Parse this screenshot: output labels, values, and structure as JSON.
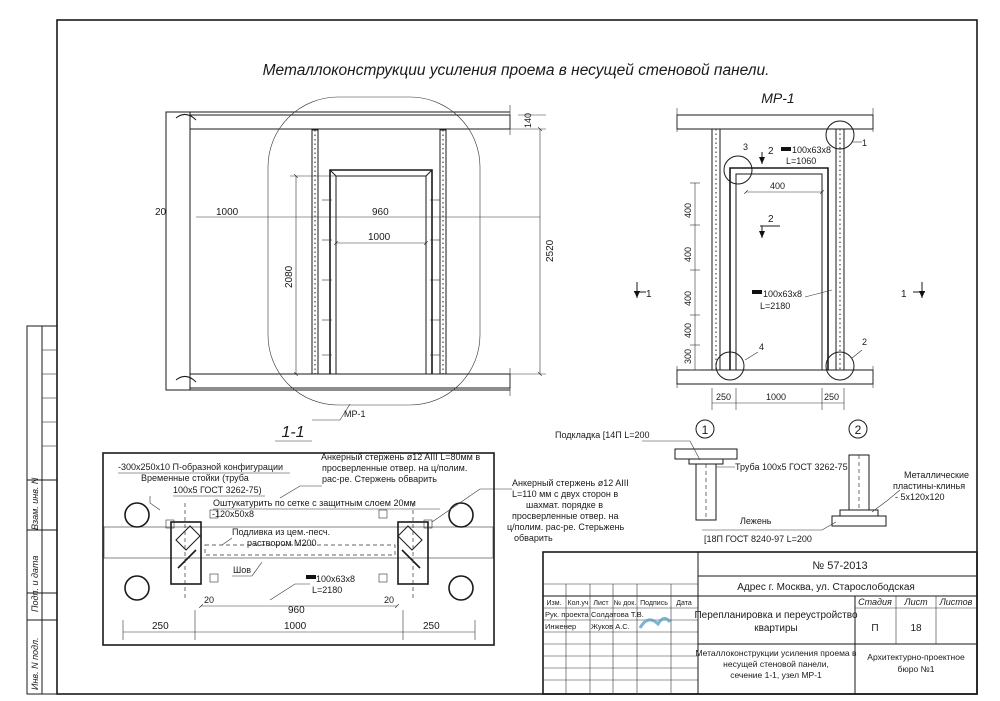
{
  "drawing": {
    "main_title": "Металлоконструкции усиления проема в несущей стеновой панели.",
    "detail_title": "МР-1",
    "section_title": "1-1"
  },
  "elevation": {
    "dim_140": "140",
    "dim_20": "20",
    "dim_1000_top": "1000",
    "dim_960": "960",
    "dim_1000_mid": "1000",
    "dim_2080": "2080",
    "dim_2520": "2520",
    "callout_mr1": "МР-1"
  },
  "detail": {
    "angle_top": "100х63х8",
    "len_top": "L=1060",
    "dim_400_h": "400",
    "angle_side": "100х63х8",
    "len_side": "L=2180",
    "dims_v": [
      "400",
      "400",
      "400",
      "400",
      "300"
    ],
    "dims_bottom": [
      "250",
      "1000",
      "250"
    ],
    "node_1": "1",
    "node_2": "2",
    "node_3": "3",
    "node_4": "4",
    "cut_2": "2",
    "cut_1_left": "1",
    "cut_1_right": "1"
  },
  "section": {
    "note_channel": "-300х250х10 П-образной конфигурации",
    "note_posts_1": "Временные стойки (труба",
    "note_posts_2": "100х5 ГОСТ 3262-75)",
    "note_anchor80_1": "Анкерный стержень ø12 AIII L=80мм в",
    "note_anchor80_2": "просверленные отвер. на ц/полим.",
    "note_anchor80_3": "рас-ре. Стержень обварить",
    "note_anchor110_1": "Анкерный стержень ø12 AIII",
    "note_anchor110_2": "L=110 мм с двух сторон в",
    "note_anchor110_3": "шахмат. порядке в",
    "note_anchor110_4": "просверленные отвер. на",
    "note_anchor110_5": "ц/полим. рас-ре. Стерьжень",
    "note_anchor110_6": "обварить",
    "note_plaster": "Оштукатурить по сетке с защитным слоем 20мм",
    "note_plate": "-120х50х8",
    "note_mortar_1": "Подливка из цем.-песч.",
    "note_mortar_2": "раствором М200",
    "note_weld": "Шов",
    "angle": "100х63х8",
    "angle_len": "L=2180",
    "dim_20_a": "20",
    "dim_20_b": "20",
    "dim_960": "960",
    "dim_250_l": "250",
    "dim_1000": "1000",
    "dim_250_r": "250"
  },
  "nodes": {
    "circle_1": "1",
    "circle_2": "2",
    "pad_label": "Подкладка [14П L=200",
    "pipe_label": "Труба 100х5 ГОСТ 3262-75",
    "beam_label": "Лежень",
    "beam_spec": "[18П ГОСТ 8240-97 L=200",
    "wedge_1": "Металлические",
    "wedge_2": "пластины-клинья",
    "wedge_3": "- 5х120х120"
  },
  "title_block": {
    "doc_number": "№ 57-2013",
    "address": "Адрес г. Москва, ул. Старослободская",
    "headers": [
      "Изм.",
      "Кол.уч",
      "Лист",
      "№ док.",
      "Подпись",
      "Дата"
    ],
    "role_1": "Рук. проекта",
    "name_1": "Солдатова Т.В.",
    "role_2": "Инженер",
    "name_2": "Жуков А.С.",
    "project_1": "Перепланировка и переустройство",
    "project_2": "квартиры",
    "stage_label": "Стадия",
    "sheet_label": "Лист",
    "sheets_label": "Листов",
    "stage": "П",
    "sheet": "18",
    "sheets": "",
    "drawing_1": "Металлоконструкции усиления проема в",
    "drawing_2": "несущей стеновой панели,",
    "drawing_3": "сечение 1-1, узел МР-1",
    "bureau_1": "Архитектурно-проектное",
    "bureau_2": "бюро №1"
  },
  "margin_strip": {
    "inv_podl": "Инв. N подл.",
    "podp_data": "Подп. и дата",
    "vzam_inv": "Взам. инв. N"
  }
}
